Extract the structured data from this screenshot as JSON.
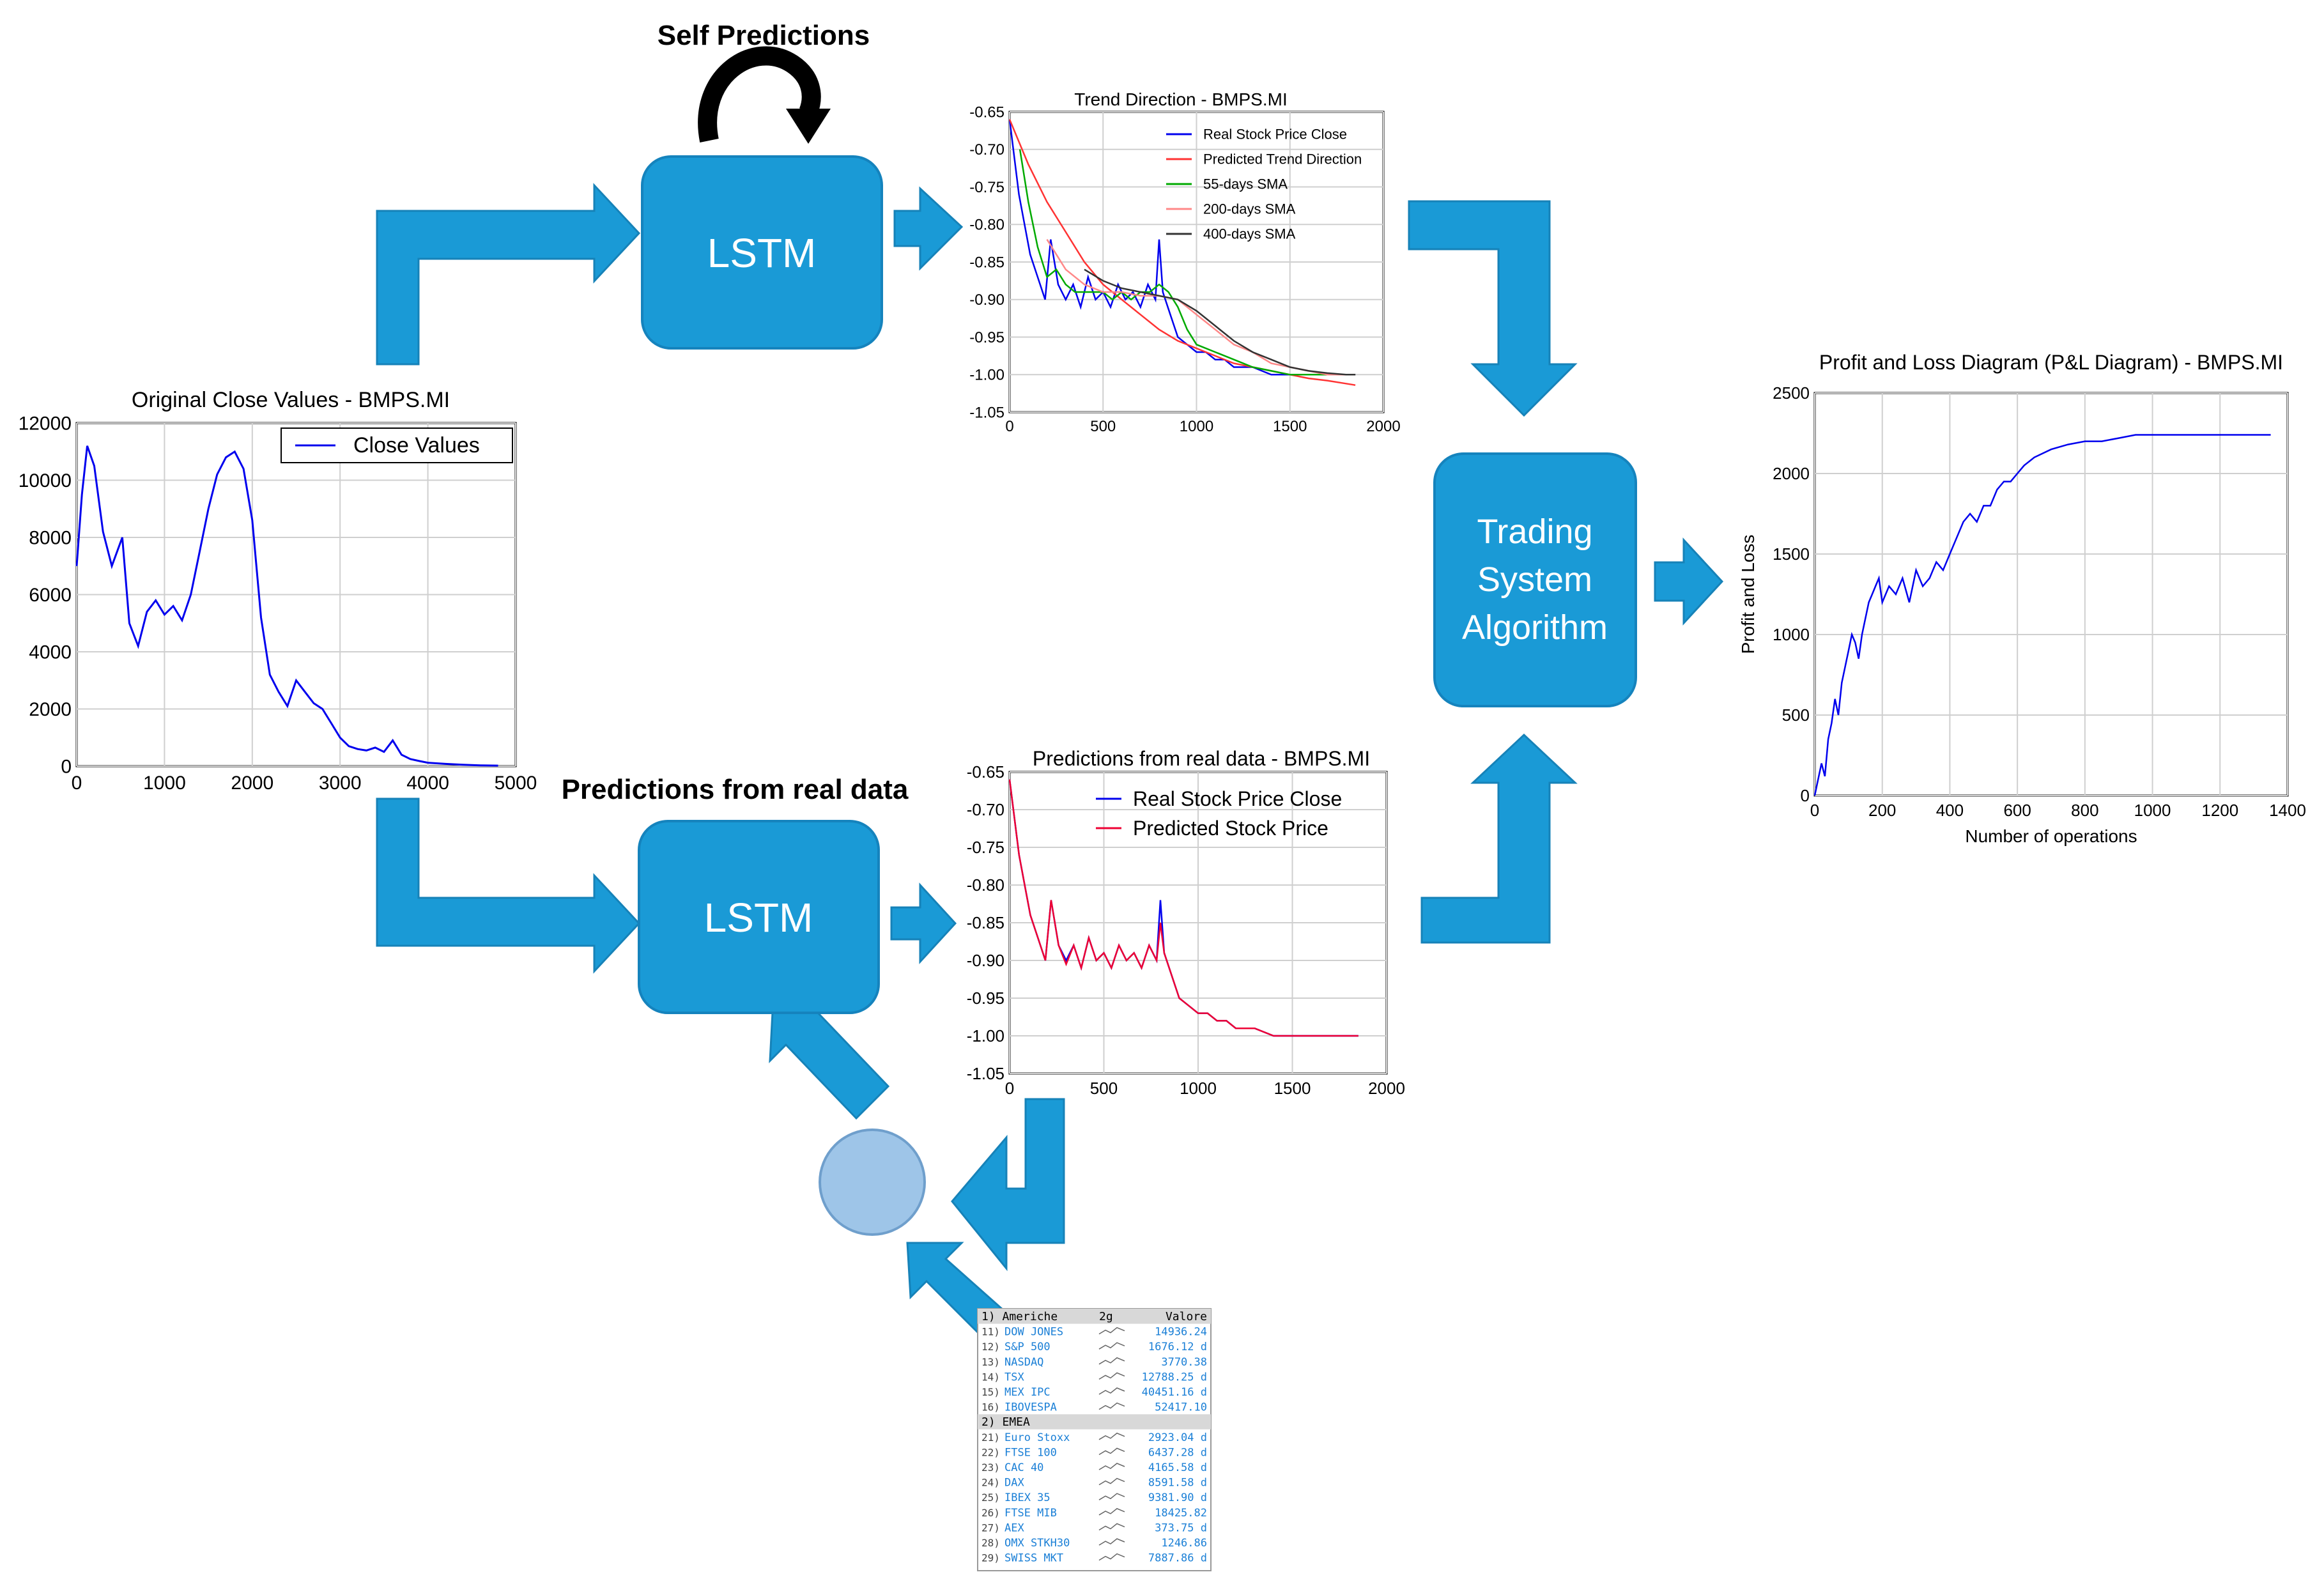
{
  "diagram": {
    "self_predictions_label": "Self Predictions",
    "predictions_real_label": "Predictions from real data",
    "lstm_top_label": "LSTM",
    "lstm_bottom_label": "LSTM",
    "trading_lines": [
      "Trading",
      "System",
      "Algorithm"
    ],
    "colors": {
      "box": "#1a9ad6",
      "arrow": "#1a9ad6",
      "circle": "#9ec5e8"
    }
  },
  "chart_data": [
    {
      "id": "original",
      "type": "line",
      "title": "Original Close Values - BMPS.MI",
      "xlim": [
        0,
        5000
      ],
      "ylim": [
        0,
        12000
      ],
      "xticks": [
        "0",
        "1000",
        "2000",
        "3000",
        "4000",
        "5000"
      ],
      "yticks": [
        "0",
        "2000",
        "4000",
        "6000",
        "8000",
        "10000",
        "12000"
      ],
      "legend_placement": "top-right",
      "series": [
        {
          "name": "Close Values",
          "color": "#0000ee",
          "x": [
            0,
            60,
            120,
            200,
            300,
            400,
            520,
            600,
            700,
            800,
            900,
            1000,
            1100,
            1200,
            1300,
            1400,
            1500,
            1600,
            1700,
            1800,
            1900,
            2000,
            2100,
            2200,
            2300,
            2400,
            2500,
            2600,
            2700,
            2800,
            2900,
            3000,
            3100,
            3200,
            3300,
            3400,
            3500,
            3600,
            3700,
            3800,
            3900,
            4000,
            4200,
            4400,
            4600,
            4800
          ],
          "y": [
            7000,
            9500,
            11200,
            10500,
            8200,
            7000,
            8000,
            5000,
            4200,
            5400,
            5800,
            5300,
            5600,
            5100,
            6000,
            7500,
            9000,
            10200,
            10800,
            11000,
            10400,
            8600,
            5200,
            3200,
            2600,
            2100,
            3000,
            2600,
            2200,
            2000,
            1500,
            1000,
            700,
            600,
            550,
            650,
            500,
            900,
            400,
            250,
            180,
            120,
            80,
            50,
            30,
            20
          ]
        }
      ]
    },
    {
      "id": "trend",
      "type": "line",
      "title": "Trend Direction - BMPS.MI",
      "xlim": [
        0,
        2000
      ],
      "ylim": [
        -1.05,
        -0.65
      ],
      "xticks": [
        "0",
        "500",
        "1000",
        "1500",
        "2000"
      ],
      "yticks": [
        "-0.65",
        "-0.70",
        "-0.75",
        "-0.80",
        "-0.85",
        "-0.90",
        "-0.95",
        "-1.00",
        "-1.05"
      ],
      "legend_placement": "top-right",
      "series": [
        {
          "name": "Real Stock Price Close",
          "color": "#0000ee",
          "x": [
            0,
            20,
            50,
            80,
            110,
            150,
            190,
            220,
            260,
            300,
            340,
            380,
            420,
            460,
            500,
            540,
            580,
            620,
            660,
            700,
            740,
            780,
            800,
            820,
            860,
            900,
            950,
            1000,
            1050,
            1100,
            1150,
            1200,
            1300,
            1400,
            1500,
            1600,
            1700,
            1800,
            1850
          ],
          "y": [
            -0.66,
            -0.7,
            -0.76,
            -0.8,
            -0.84,
            -0.87,
            -0.9,
            -0.82,
            -0.88,
            -0.9,
            -0.88,
            -0.91,
            -0.87,
            -0.9,
            -0.89,
            -0.91,
            -0.88,
            -0.9,
            -0.89,
            -0.91,
            -0.88,
            -0.9,
            -0.82,
            -0.89,
            -0.92,
            -0.95,
            -0.96,
            -0.97,
            -0.97,
            -0.98,
            -0.98,
            -0.99,
            -0.99,
            -1.0,
            -1.0,
            -1.0,
            -1.0,
            -1.0,
            -1.0
          ]
        },
        {
          "name": "Predicted Trend Direction",
          "color": "#ff3333",
          "x": [
            0,
            100,
            200,
            300,
            400,
            500,
            600,
            700,
            800,
            900,
            1000,
            1100,
            1200,
            1300,
            1400,
            1500,
            1600,
            1700,
            1800,
            1850
          ],
          "y": [
            -0.66,
            -0.72,
            -0.77,
            -0.81,
            -0.85,
            -0.88,
            -0.9,
            -0.92,
            -0.94,
            -0.955,
            -0.965,
            -0.975,
            -0.985,
            -0.99,
            -0.995,
            -1.0,
            -1.005,
            -1.008,
            -1.012,
            -1.014
          ]
        },
        {
          "name": "55-days SMA",
          "color": "#00aa00",
          "x": [
            55,
            100,
            150,
            200,
            250,
            300,
            350,
            400,
            450,
            500,
            550,
            600,
            650,
            700,
            750,
            800,
            850,
            900,
            950,
            1000,
            1100,
            1200,
            1300,
            1400,
            1500,
            1600,
            1700,
            1800,
            1850
          ],
          "y": [
            -0.7,
            -0.77,
            -0.83,
            -0.87,
            -0.86,
            -0.88,
            -0.89,
            -0.89,
            -0.89,
            -0.89,
            -0.9,
            -0.89,
            -0.9,
            -0.89,
            -0.89,
            -0.88,
            -0.89,
            -0.91,
            -0.94,
            -0.96,
            -0.97,
            -0.98,
            -0.99,
            -0.995,
            -1.0,
            -1.0,
            -1.0,
            -1.0,
            -1.0
          ]
        },
        {
          "name": "200-days SMA",
          "color": "#ff8888",
          "x": [
            200,
            300,
            400,
            500,
            600,
            700,
            800,
            900,
            1000,
            1100,
            1200,
            1300,
            1400,
            1500,
            1600,
            1700,
            1800,
            1850
          ],
          "y": [
            -0.82,
            -0.86,
            -0.88,
            -0.89,
            -0.89,
            -0.895,
            -0.895,
            -0.9,
            -0.92,
            -0.94,
            -0.96,
            -0.97,
            -0.985,
            -0.99,
            -0.995,
            -1.0,
            -1.0,
            -1.0
          ]
        },
        {
          "name": "400-days SMA",
          "color": "#333333",
          "x": [
            400,
            500,
            600,
            700,
            800,
            900,
            1000,
            1100,
            1200,
            1300,
            1400,
            1500,
            1600,
            1700,
            1800,
            1850
          ],
          "y": [
            -0.86,
            -0.875,
            -0.885,
            -0.89,
            -0.895,
            -0.9,
            -0.915,
            -0.935,
            -0.955,
            -0.97,
            -0.98,
            -0.99,
            -0.995,
            -0.998,
            -1.0,
            -1.0
          ]
        }
      ]
    },
    {
      "id": "predictions",
      "type": "line",
      "title": "Predictions from real data - BMPS.MI",
      "xlim": [
        0,
        2000
      ],
      "ylim": [
        -1.05,
        -0.65
      ],
      "xticks": [
        "0",
        "500",
        "1000",
        "1500",
        "2000"
      ],
      "yticks": [
        "-0.65",
        "-0.70",
        "-0.75",
        "-0.80",
        "-0.85",
        "-0.90",
        "-0.95",
        "-1.00",
        "-1.05"
      ],
      "legend_placement": "top-right",
      "series": [
        {
          "name": "Real Stock Price Close",
          "color": "#0000ee",
          "x": [
            0,
            20,
            50,
            80,
            110,
            150,
            190,
            220,
            260,
            300,
            340,
            380,
            420,
            460,
            500,
            540,
            580,
            620,
            660,
            700,
            740,
            780,
            800,
            820,
            860,
            900,
            950,
            1000,
            1050,
            1100,
            1150,
            1200,
            1300,
            1400,
            1500,
            1600,
            1700,
            1800,
            1850
          ],
          "y": [
            -0.66,
            -0.7,
            -0.76,
            -0.8,
            -0.84,
            -0.87,
            -0.9,
            -0.82,
            -0.88,
            -0.9,
            -0.88,
            -0.91,
            -0.87,
            -0.9,
            -0.89,
            -0.91,
            -0.88,
            -0.9,
            -0.89,
            -0.91,
            -0.88,
            -0.9,
            -0.82,
            -0.89,
            -0.92,
            -0.95,
            -0.96,
            -0.97,
            -0.97,
            -0.98,
            -0.98,
            -0.99,
            -0.99,
            -1.0,
            -1.0,
            -1.0,
            -1.0,
            -1.0,
            -1.0
          ]
        },
        {
          "name": "Predicted Stock Price",
          "color": "#ee0033",
          "x": [
            0,
            20,
            50,
            80,
            110,
            150,
            190,
            220,
            260,
            300,
            340,
            380,
            420,
            460,
            500,
            540,
            580,
            620,
            660,
            700,
            740,
            780,
            800,
            820,
            860,
            900,
            950,
            1000,
            1050,
            1100,
            1150,
            1200,
            1300,
            1400,
            1500,
            1600,
            1700,
            1800,
            1850
          ],
          "y": [
            -0.66,
            -0.7,
            -0.76,
            -0.8,
            -0.84,
            -0.87,
            -0.9,
            -0.82,
            -0.88,
            -0.905,
            -0.88,
            -0.91,
            -0.87,
            -0.9,
            -0.89,
            -0.91,
            -0.88,
            -0.9,
            -0.89,
            -0.91,
            -0.88,
            -0.9,
            -0.85,
            -0.89,
            -0.92,
            -0.95,
            -0.96,
            -0.97,
            -0.97,
            -0.98,
            -0.98,
            -0.99,
            -0.99,
            -1.0,
            -1.0,
            -1.0,
            -1.0,
            -1.0,
            -1.0
          ]
        }
      ]
    },
    {
      "id": "pnl",
      "type": "line",
      "title": "Profit and Loss Diagram (P&L Diagram) - BMPS.MI",
      "xlabel": "Number of operations",
      "ylabel": "Profit and Loss",
      "xlim": [
        0,
        1400
      ],
      "ylim": [
        0,
        2500
      ],
      "xticks": [
        "0",
        "200",
        "400",
        "600",
        "800",
        "1000",
        "1200",
        "1400"
      ],
      "yticks": [
        "0",
        "500",
        "1000",
        "1500",
        "2000",
        "2500"
      ],
      "series": [
        {
          "name": "",
          "color": "#0000ee",
          "x": [
            0,
            10,
            20,
            30,
            40,
            50,
            60,
            70,
            80,
            90,
            100,
            110,
            120,
            130,
            140,
            150,
            160,
            170,
            180,
            190,
            200,
            220,
            240,
            260,
            280,
            300,
            320,
            340,
            360,
            380,
            400,
            420,
            440,
            460,
            480,
            500,
            520,
            540,
            560,
            580,
            600,
            620,
            650,
            700,
            750,
            800,
            850,
            900,
            950,
            1000,
            1100,
            1200,
            1300,
            1350
          ],
          "y": [
            0,
            100,
            200,
            120,
            350,
            450,
            600,
            500,
            700,
            800,
            900,
            1000,
            950,
            850,
            1000,
            1100,
            1200,
            1250,
            1300,
            1350,
            1200,
            1300,
            1250,
            1350,
            1200,
            1400,
            1300,
            1350,
            1450,
            1400,
            1500,
            1600,
            1700,
            1750,
            1700,
            1800,
            1800,
            1900,
            1950,
            1950,
            2000,
            2050,
            2100,
            2150,
            2180,
            2200,
            2200,
            2220,
            2240,
            2240,
            2240,
            2240,
            2240,
            2240
          ]
        }
      ]
    }
  ],
  "market_table": {
    "header": [
      "1) Americhe",
      "2g",
      "Valore"
    ],
    "americas": [
      {
        "idx": "11)",
        "name": "DOW JONES",
        "value": "14936.24"
      },
      {
        "idx": "12)",
        "name": "S&P 500",
        "value": "1676.12 d"
      },
      {
        "idx": "13)",
        "name": "NASDAQ",
        "value": "3770.38"
      },
      {
        "idx": "14)",
        "name": "TSX",
        "value": "12788.25 d"
      },
      {
        "idx": "15)",
        "name": "MEX IPC",
        "value": "40451.16 d"
      },
      {
        "idx": "16)",
        "name": "IBOVESPA",
        "value": "52417.10"
      }
    ],
    "emea_header": "2) EMEA",
    "emea": [
      {
        "idx": "21)",
        "name": "Euro Stoxx",
        "value": "2923.04 d"
      },
      {
        "idx": "22)",
        "name": "FTSE 100",
        "value": "6437.28 d"
      },
      {
        "idx": "23)",
        "name": "CAC 40",
        "value": "4165.58 d"
      },
      {
        "idx": "24)",
        "name": "DAX",
        "value": "8591.58 d"
      },
      {
        "idx": "25)",
        "name": "IBEX 35",
        "value": "9381.90 d"
      },
      {
        "idx": "26)",
        "name": "FTSE MIB",
        "value": "18425.82"
      },
      {
        "idx": "27)",
        "name": "AEX",
        "value": "373.75 d"
      },
      {
        "idx": "28)",
        "name": "OMX STKH30",
        "value": "1246.86"
      },
      {
        "idx": "29)",
        "name": "SWISS MKT",
        "value": "7887.86 d"
      }
    ]
  }
}
